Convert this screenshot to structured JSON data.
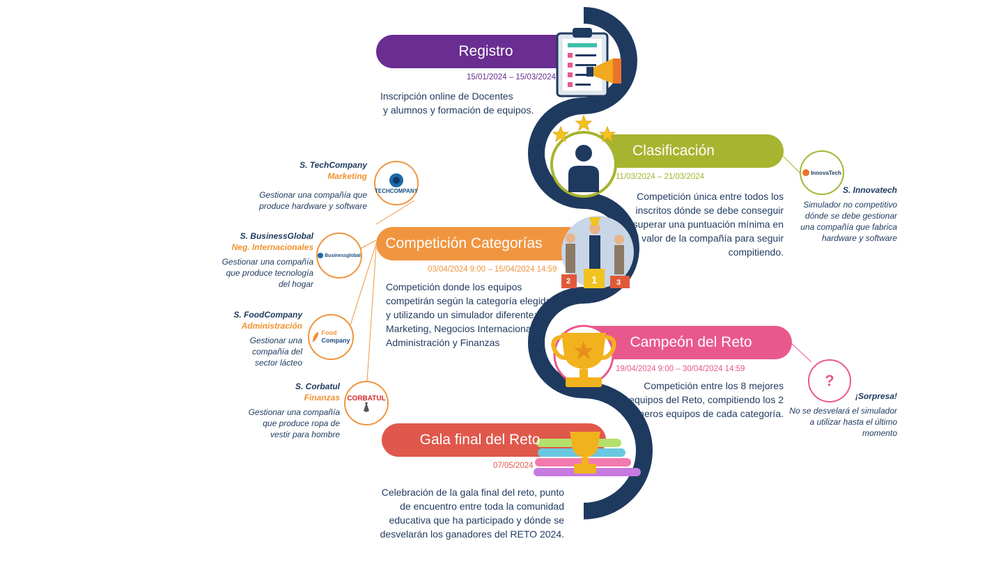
{
  "stages": [
    {
      "title": "Registro",
      "dates": "15/01/2024 – 15/03/2024",
      "desc": [
        "Inscripción online de Docentes",
        "y alumnos y formación de equipos."
      ]
    },
    {
      "title": "Clasificación",
      "dates": "11/03/2024 – 21/03/2024",
      "desc": [
        "Competición única entre todos los",
        "inscritos dónde se debe conseguir",
        "superar una puntuación mínima en",
        "el valor de la compañía para seguir",
        "compitiendo."
      ]
    },
    {
      "title": "Competición Categorías",
      "dates": "03/04/2024 9:00 – 15/04/2024 14:59",
      "desc": [
        "Competición donde los equipos",
        "competirán según la categoría elegida",
        "y utilizando un simulador diferente:",
        "Marketing, Negocios Internacionales,",
        "Administración y Finanzas"
      ]
    },
    {
      "title": "Campeón del Reto",
      "dates": "19/04/2024 9:00 – 30/04/2024 14:59",
      "desc": [
        "Competición entre los 8 mejores",
        "equipos del Reto, compitiendo los 2",
        "primeros equipos de cada categoría."
      ]
    },
    {
      "title": "Gala final del Reto",
      "dates": "07/05/2024",
      "desc": [
        "Celebración de la gala final del reto, punto",
        "de encuentro entre toda la comunidad",
        "educativa que ha participado y dónde se",
        "desvelarán los ganadores del RETO 2024."
      ]
    }
  ],
  "simulators": [
    {
      "name": "S. TechCompany",
      "category": "Marketing",
      "logo": "TECHCOMPANY",
      "desc": [
        "Gestionar una compañía que",
        "produce hardware y software"
      ]
    },
    {
      "name": "S. BusinessGlobal",
      "category": "Neg. Internacionales",
      "logo": "Businessglobal",
      "desc": [
        "Gestionar una compañía",
        "que produce tecnología",
        "del hogar"
      ]
    },
    {
      "name": "S. FoodCompany",
      "category": "Administración",
      "logo": [
        "Food",
        "Company"
      ],
      "desc": [
        "Gestionar una",
        "compañía del",
        "sector lácteo"
      ]
    },
    {
      "name": "S. Corbatul",
      "category": "Finanzas",
      "logo": "CORBATUL",
      "desc": [
        "Gestionar una compañía",
        "que produce ropa de",
        "vestir para hombre"
      ]
    }
  ],
  "innovatech": {
    "name": "S. Innovatech",
    "logo": "InnovaTech",
    "desc": [
      "Simulador no competitivo",
      "dónde se debe gestionar",
      "una compañía que fabrica",
      "hardware y software"
    ]
  },
  "sorpresa": {
    "name": "¡Sorpresa!",
    "symbol": "?",
    "desc": [
      "No se desvelará el simulador",
      "a utilizar hasta el último",
      "momento"
    ]
  },
  "podium": [
    "2",
    "1",
    "3"
  ],
  "colors": {
    "registro": "#6a2d91",
    "clasificacion": "#a7b42f",
    "categorias": "#f0953f",
    "campeon": "#e9588c",
    "gala": "#e0584b",
    "road": "#1f3a5f",
    "text": "#1f3a5f",
    "category": "#f0922e"
  }
}
